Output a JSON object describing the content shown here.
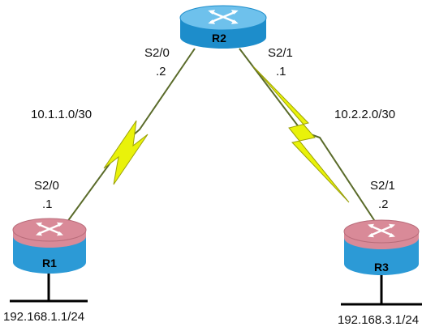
{
  "routers": {
    "r2": {
      "name": "R2"
    },
    "r1": {
      "name": "R1"
    },
    "r3": {
      "name": "R3"
    }
  },
  "links": {
    "r1_r2": {
      "network": "10.1.1.0/30",
      "r2_interface": "S2/0",
      "r2_host": ".2",
      "r1_interface": "S2/0",
      "r1_host": ".1"
    },
    "r2_r3": {
      "network": "10.2.2.0/30",
      "r2_interface": "S2/1",
      "r2_host": ".1",
      "r3_interface": "S2/1",
      "r3_host": ".2"
    }
  },
  "lans": {
    "r1": {
      "address": "192.168.1.1/24"
    },
    "r3": {
      "address": "192.168.3.1/24"
    }
  },
  "colors": {
    "r2_top": "#6ec1ec",
    "r2_body": "#1d8dcb",
    "edge_top": "#d98a98",
    "edge_body": "#2c9ad6",
    "serial_link": "#e9f20a",
    "wire": "#5a6b2a",
    "lan_wire": "#000000"
  }
}
